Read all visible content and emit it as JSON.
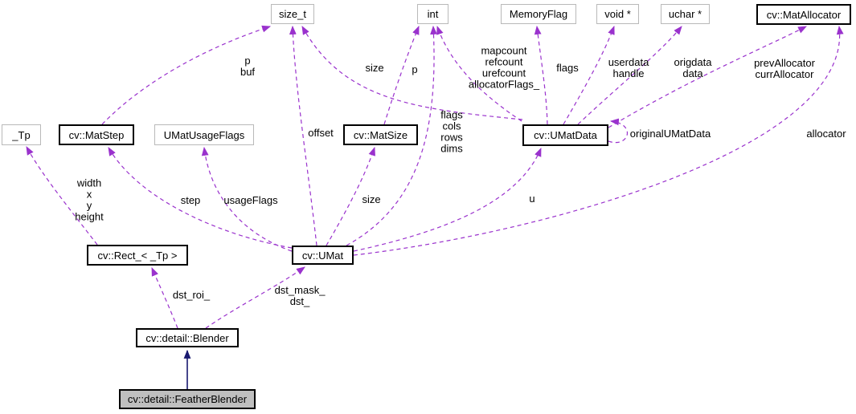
{
  "diagram": {
    "type": "doxygen-collaboration-graph",
    "colors": {
      "dashed_edge": "#9a32cd",
      "inheritance_edge": "#191970",
      "node_border": "#b9b9b9",
      "node_border_documented": "#000000",
      "node_fill": "#ffffff",
      "current_node_fill": "#bfbfbf",
      "text": "#000000"
    },
    "nodes": [
      {
        "label": "size_t",
        "style": "plain"
      },
      {
        "label": "int",
        "style": "plain"
      },
      {
        "label": "MemoryFlag",
        "style": "plain"
      },
      {
        "label": "void *",
        "style": "plain"
      },
      {
        "label": "uchar *",
        "style": "plain"
      },
      {
        "label": "cv::MatAllocator",
        "style": "bold"
      },
      {
        "label": "_Tp",
        "style": "plain"
      },
      {
        "label": "cv::MatStep",
        "style": "bold"
      },
      {
        "label": "UMatUsageFlags",
        "style": "plain"
      },
      {
        "label": "cv::MatSize",
        "style": "bold"
      },
      {
        "label": "cv::UMatData",
        "style": "bold"
      },
      {
        "label": "cv::Rect_< _Tp >",
        "style": "bold"
      },
      {
        "label": "cv::UMat",
        "style": "bold"
      },
      {
        "label": "cv::detail::Blender",
        "style": "bold"
      },
      {
        "label": "cv::detail::FeatherBlender",
        "style": "current"
      }
    ],
    "edge_labels": [
      {
        "text": "p\nbuf"
      },
      {
        "text": "size"
      },
      {
        "text": "p"
      },
      {
        "text": "mapcount\nrefcount\nurefcount\nallocatorFlags_"
      },
      {
        "text": "flags"
      },
      {
        "text": "userdata\nhandle"
      },
      {
        "text": "origdata\ndata"
      },
      {
        "text": "prevAllocator\ncurrAllocator"
      },
      {
        "text": "offset"
      },
      {
        "text": "flags\ncols\nrows\ndims"
      },
      {
        "text": "originalUMatData"
      },
      {
        "text": "allocator"
      },
      {
        "text": "width\nx\ny\nheight"
      },
      {
        "text": "step"
      },
      {
        "text": "usageFlags"
      },
      {
        "text": "size"
      },
      {
        "text": "u"
      },
      {
        "text": "dst_roi_"
      },
      {
        "text": "dst_mask_\ndst_"
      }
    ],
    "edges": [
      {
        "from": "cv::MatStep",
        "to": "size_t",
        "label": "p buf",
        "kind": "usage"
      },
      {
        "from": "cv::UMat",
        "to": "size_t",
        "label": "offset",
        "kind": "usage"
      },
      {
        "from": "cv::UMatData",
        "to": "size_t",
        "label": "size",
        "kind": "usage"
      },
      {
        "from": "cv::MatSize",
        "to": "int",
        "label": "p",
        "kind": "usage"
      },
      {
        "from": "cv::UMat",
        "to": "int",
        "label": "flags cols rows dims",
        "kind": "usage"
      },
      {
        "from": "cv::UMatData",
        "to": "int",
        "label": "mapcount refcount urefcount allocatorFlags_",
        "kind": "usage"
      },
      {
        "from": "cv::UMatData",
        "to": "MemoryFlag",
        "label": "flags",
        "kind": "usage"
      },
      {
        "from": "cv::UMatData",
        "to": "void *",
        "label": "userdata handle",
        "kind": "usage"
      },
      {
        "from": "cv::UMatData",
        "to": "uchar *",
        "label": "origdata data",
        "kind": "usage"
      },
      {
        "from": "cv::UMatData",
        "to": "cv::MatAllocator",
        "label": "prevAllocator currAllocator",
        "kind": "usage"
      },
      {
        "from": "cv::UMat",
        "to": "cv::MatAllocator",
        "label": "allocator",
        "kind": "usage"
      },
      {
        "from": "cv::UMatData",
        "to": "cv::UMatData",
        "label": "originalUMatData",
        "kind": "usage"
      },
      {
        "from": "cv::Rect_< _Tp >",
        "to": "_Tp",
        "label": "width x y height",
        "kind": "usage"
      },
      {
        "from": "cv::UMat",
        "to": "cv::MatStep",
        "label": "step",
        "kind": "usage"
      },
      {
        "from": "cv::UMat",
        "to": "UMatUsageFlags",
        "label": "usageFlags",
        "kind": "usage"
      },
      {
        "from": "cv::UMat",
        "to": "cv::MatSize",
        "label": "size",
        "kind": "usage"
      },
      {
        "from": "cv::UMat",
        "to": "cv::UMatData",
        "label": "u",
        "kind": "usage"
      },
      {
        "from": "cv::detail::Blender",
        "to": "cv::Rect_< _Tp >",
        "label": "dst_roi_",
        "kind": "usage"
      },
      {
        "from": "cv::detail::Blender",
        "to": "cv::UMat",
        "label": "dst_mask_ dst_",
        "kind": "usage"
      },
      {
        "from": "cv::detail::FeatherBlender",
        "to": "cv::detail::Blender",
        "label": "",
        "kind": "inheritance"
      }
    ]
  }
}
